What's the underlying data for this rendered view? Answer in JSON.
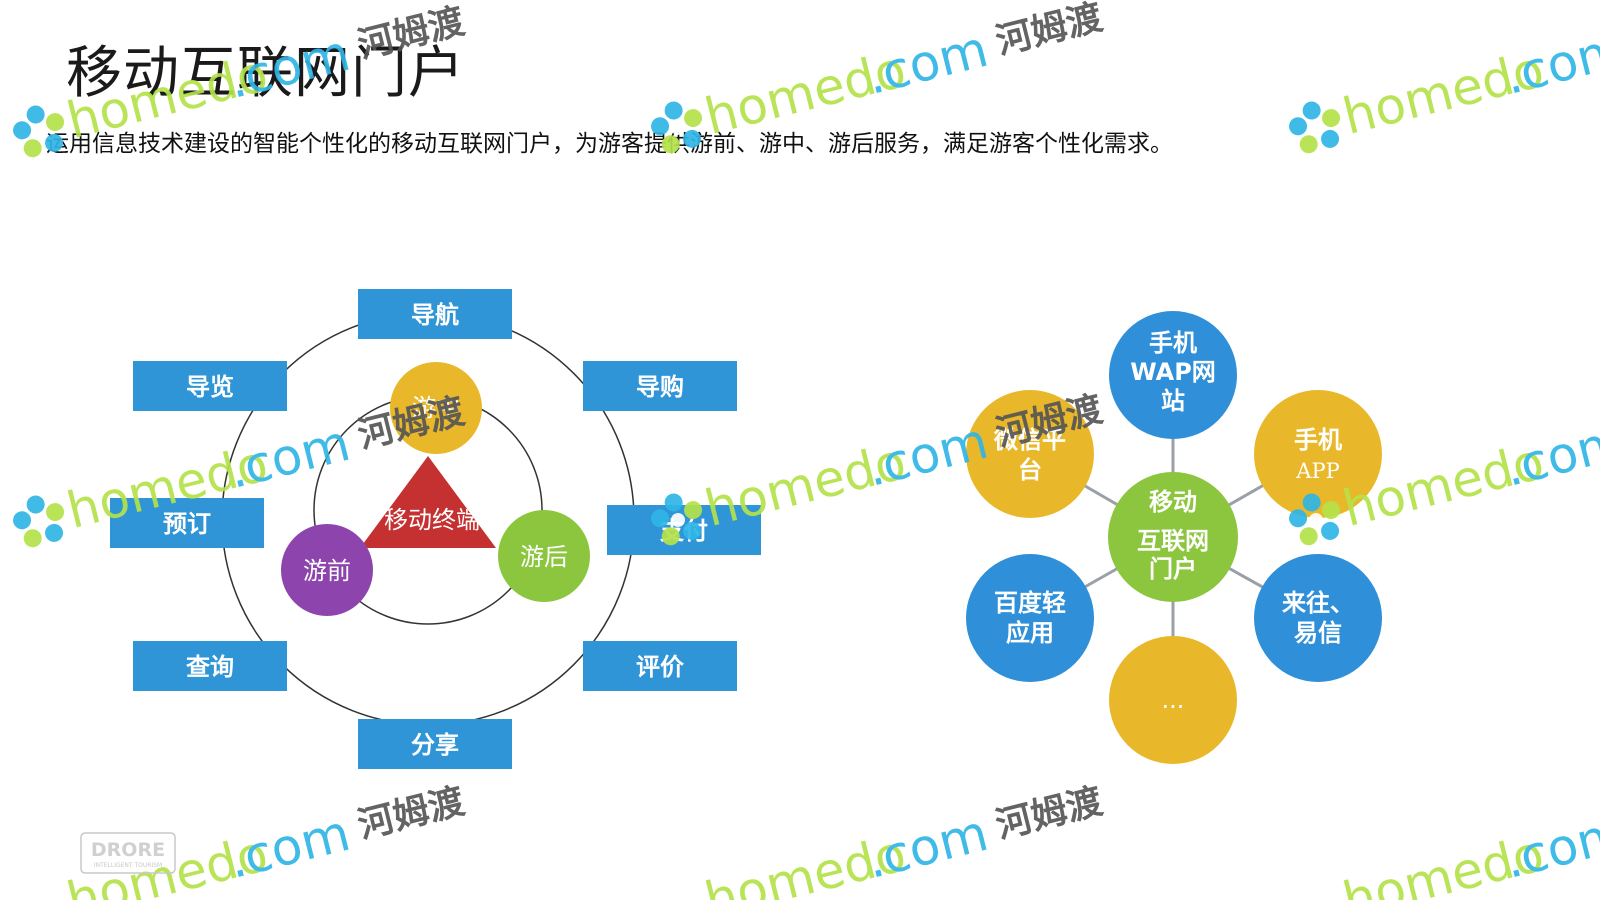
{
  "slide": {
    "title": "移动互联网门户",
    "subtitle": "运用信息技术建设的智能个性化的移动互联网门户，为游客提供游前、游中、游后服务，满足游客个性化需求。"
  },
  "left_diagram": {
    "center_label": "移动终端",
    "phases": [
      "游中",
      "游前",
      "游后"
    ],
    "services": [
      "导航",
      "导购",
      "支付",
      "评价",
      "分享",
      "查询",
      "预订",
      "导览"
    ]
  },
  "right_diagram": {
    "hub": [
      "移动",
      "互联网",
      "门户"
    ],
    "channels": [
      [
        "手机",
        "WAP网",
        "站"
      ],
      [
        "手机",
        "APP"
      ],
      [
        "来往、",
        "易信"
      ],
      [
        "..."
      ],
      [
        "百度轻",
        "应用"
      ],
      [
        "微信平",
        "台"
      ]
    ]
  },
  "watermark": {
    "brand": "homedo",
    "domain": ".com",
    "cn": "河姆渡"
  },
  "logo": {
    "text": "DRORE",
    "tagline": "INTELLIGENT TOURISM"
  },
  "colors": {
    "box_blue": "#2f95d6",
    "yellow": "#e9b82a",
    "purple": "#8e44ad",
    "green": "#8cc63f",
    "red": "#c53030",
    "node_blue": "#2f8fd8",
    "hub_green": "#8cc63f",
    "watermark_green": "#b4e24a",
    "watermark_blue": "#2fb5e6"
  }
}
